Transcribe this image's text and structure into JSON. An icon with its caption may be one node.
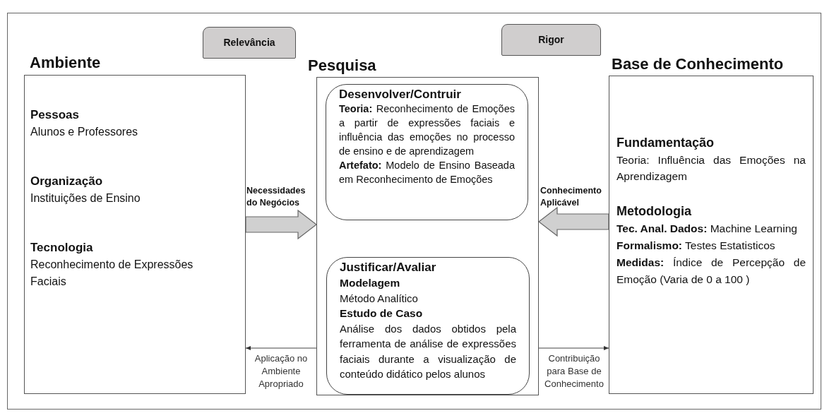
{
  "diagram": {
    "nodes": [
      {
        "text": [
          "Relevância"
        ]
      },
      {
        "text": [
          "Rigor"
        ]
      },
      {
        "text": [
          "Ambiente",
          "Pessoas",
          "Alunos e Professores",
          "Organização",
          "Instituições de Ensino",
          "Tecnologia",
          "Reconhecimento de Expressões Faciais"
        ]
      },
      {
        "text": [
          "Pesquisa"
        ]
      },
      {
        "text": [
          "Desenvolver/Contruir",
          "**Teoria:** Reconhecimento de Emoções a partir de expressões faciais e influência das emoções no processo de ensino e de aprendizagem",
          "**Artefato:** Modelo de Ensino Baseada em Reconhecimento de Emoções"
        ],
        "in": 3
      },
      {
        "text": [
          "Justificar/Avaliar",
          "Modelagem",
          "Método Analítico",
          "Estudo de Caso",
          "Análise dos dados obtidos pela ferramenta de análise de expressões faciais durante a visualização de conteúdo didático pelos alunos"
        ],
        "in": 3
      },
      {
        "text": [
          "Base de Conhecimento",
          "Fundamentação",
          "Teoria: Influência das Emoções na Aprendizagem",
          "Metodologia",
          "**Tec. Anal. Dados:** Machine Learning",
          "**Formalismo:** Testes Estatisticos",
          "**Medidas:** Índice de Percepção de Emoção (Varia de 0 a 100 )"
        ]
      }
    ],
    "edges": [
      {
        "from": 2,
        "to": 3,
        "arrow": "to",
        "label": "Necessidades do Negócios",
        "style": "thick"
      },
      {
        "from": 6,
        "to": 3,
        "arrow": "to",
        "label": "Conhecimento Aplicável",
        "style": "thick"
      },
      {
        "from": 3,
        "to": 2,
        "arrow": "to",
        "label": "Aplicação no Ambiente Apropriado"
      },
      {
        "from": 3,
        "to": 6,
        "arrow": "to",
        "label": "Contribuição para Base de Conhecimento"
      }
    ]
  }
}
